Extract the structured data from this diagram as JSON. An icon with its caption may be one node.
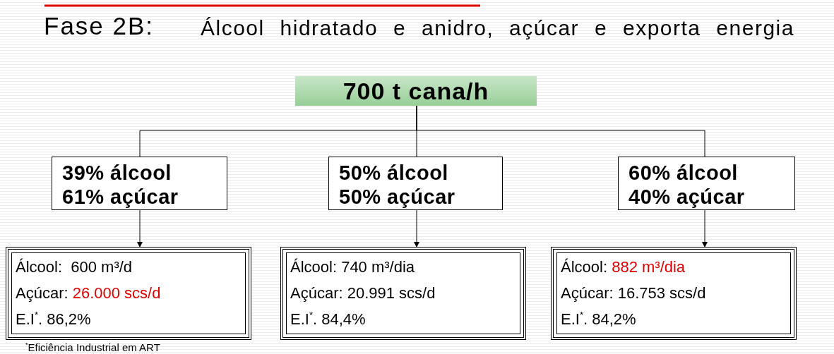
{
  "diagram": {
    "title": "Fase 2B:",
    "nodes": [
      {
        "text": [
          "700 t cana/h"
        ]
      },
      {
        "text": [
          "39% álcool",
          "61% açúcar"
        ]
      },
      {
        "text": [
          "50% álcool",
          "50% açúcar"
        ]
      },
      {
        "text": [
          "60% álcool",
          "40% açúcar"
        ]
      },
      {
        "text": [
          "Álcool:  600 m³/d",
          "Açúcar: 26.000 scs/d",
          "E.I$^{*}$. 86,2%"
        ]
      },
      {
        "text": [
          "Álcool: 740 m³/dia",
          "Açúcar: 20.991 scs/d",
          "E.I$^{*}$. 84,4%"
        ]
      },
      {
        "text": [
          "Álcool: 882 m³/dia",
          "Açúcar: 16.753 scs/d",
          "E.I$^{*}$. 84,2%"
        ]
      }
    ],
    "edges": [
      {
        "from": 0,
        "to": 1,
        "arrow": "none"
      },
      {
        "from": 0,
        "to": 2,
        "arrow": "none"
      },
      {
        "from": 0,
        "to": 3,
        "arrow": "none"
      },
      {
        "from": 1,
        "to": 4,
        "arrow": "to"
      },
      {
        "from": 2,
        "to": 5,
        "arrow": "to"
      },
      {
        "from": 3,
        "to": 6,
        "arrow": "to"
      }
    ],
    "labels": [
      "Álcool hidratado e anidro, açúcar e exporta energia",
      "$^{*}$Eficiência Industrial em ART"
    ]
  }
}
